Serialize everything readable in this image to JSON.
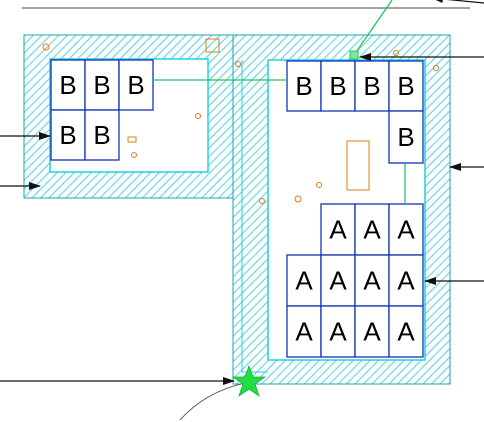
{
  "colors": {
    "hatch": "#5fd6e3",
    "wall_outline": "#1aa6b3",
    "inner_cyan": "#20d0e0",
    "cell_outline": "#1432b8",
    "connector": "#22c55e",
    "annotation": "#e07b1a",
    "arrow": "#111111",
    "star": "#22dd44"
  },
  "room_left": {
    "grid": [
      [
        "B",
        "B",
        "B"
      ],
      [
        "B",
        "B"
      ]
    ]
  },
  "room_right": {
    "top_row": [
      "B",
      "B",
      "B",
      "B"
    ],
    "side_cell": "B",
    "a_grid": [
      [
        "A",
        "A",
        "A"
      ],
      [
        "A",
        "A",
        "A",
        "A"
      ],
      [
        "A",
        "A",
        "A",
        "A"
      ]
    ]
  },
  "icons": [
    "star-icon",
    "arrow-icon",
    "square-marker-icon"
  ]
}
